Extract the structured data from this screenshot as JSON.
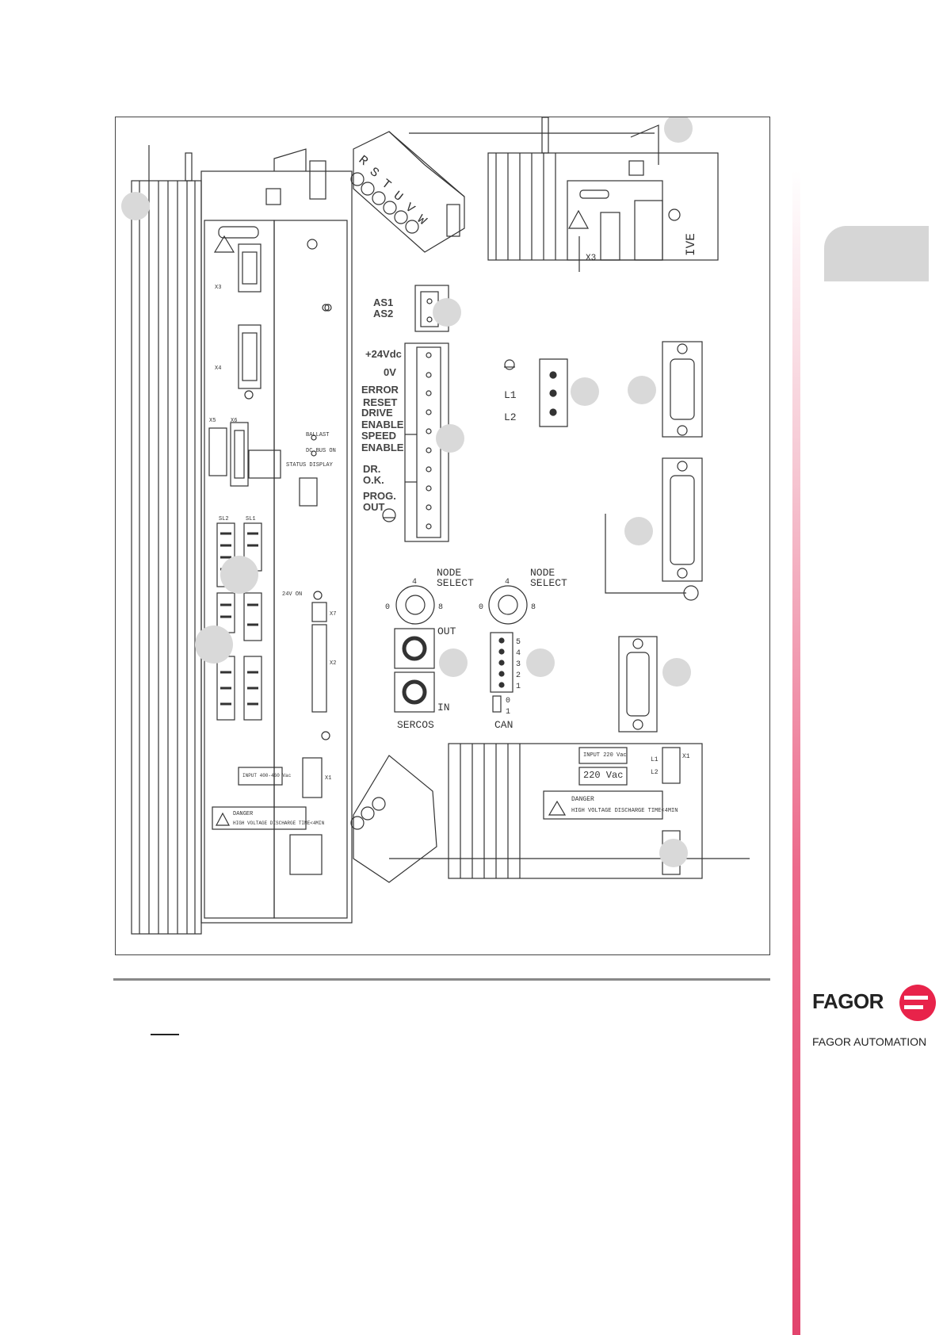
{
  "brand": {
    "name": "FAGOR",
    "subtitle": "FAGOR AUTOMATION",
    "color": "#e8234a"
  },
  "diagram": {
    "top_connector_letters": [
      "R",
      "S",
      "T",
      "U",
      "V",
      "W"
    ],
    "upper_right_labels": {
      "x3": "X3",
      "side": "IVE"
    },
    "left_module": {
      "x3": "X3",
      "x4": "X4",
      "x5": "X5",
      "x6": "X6",
      "x7": "X7",
      "x2": "X2",
      "x1": "X1",
      "ballast": "BALLAST",
      "dc_bus_on": "DC BUS ON",
      "status_display": "STATUS\nDISPLAY",
      "sl2": "SL2",
      "sl1": "SL1",
      "24v_on": "24V ON",
      "input": "INPUT\n400-460 Vac",
      "danger": "DANGER",
      "danger_text": "HIGH VOLTAGE\nDISCHARGE TIME<4MIN"
    },
    "terminal_strip": {
      "as1_as2": [
        "AS1",
        "AS2"
      ],
      "labels": [
        "+24Vdc",
        "0V",
        "ERROR",
        "RESET",
        "DRIVE",
        "ENABLE",
        "SPEED",
        "ENABLE",
        "DR.",
        "O.K.",
        "PROG.",
        "OUT"
      ]
    },
    "power_plug": [
      "L1",
      "L2"
    ],
    "node_select": {
      "label": [
        "NODE",
        "SELECT"
      ],
      "dial_left": "0",
      "dial_top": "4",
      "dial_right": "8"
    },
    "sercos": {
      "out": "OUT",
      "in": "IN",
      "name": "SERCOS"
    },
    "can": {
      "name": "CAN",
      "pins": [
        "5",
        "4",
        "3",
        "2",
        "1"
      ],
      "switch": [
        "0",
        "1"
      ]
    },
    "bottom_right": {
      "input": "INPUT\n220 Vac",
      "voltage": "220 Vac",
      "x1": "X1",
      "l1": "L1",
      "l2": "L2",
      "danger": "DANGER",
      "danger_text": "HIGH VOLTAGE\nDISCHARGE TIME<4MIN"
    }
  }
}
